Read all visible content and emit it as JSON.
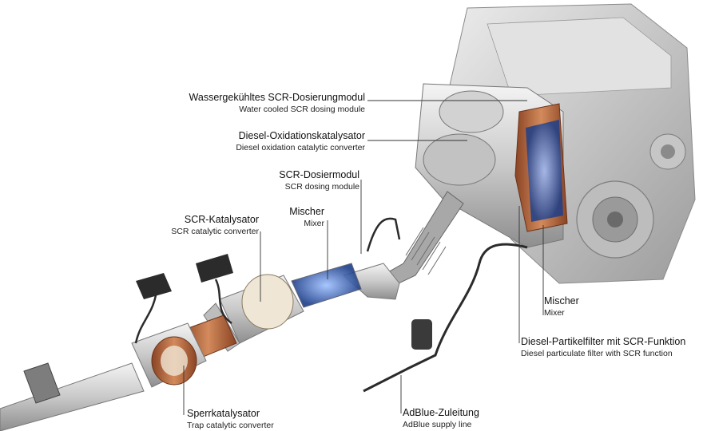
{
  "labels": {
    "water_cooled_dosing": {
      "de": "Wassergekühltes SCR-Dosierungmodul",
      "en": "Water cooled SCR dosing module"
    },
    "doc": {
      "de": "Diesel-Oxidationskatalysator",
      "en": "Diesel oxidation catalytic converter"
    },
    "scr_dosing": {
      "de": "SCR-Dosiermodul",
      "en": "SCR dosing module"
    },
    "mixer_left": {
      "de": "Mischer",
      "en": "Mixer"
    },
    "scr_cat": {
      "de": "SCR-Katalysator",
      "en": "SCR catalytic converter"
    },
    "mixer_right": {
      "de": "Mischer",
      "en": "Mixer"
    },
    "dpf": {
      "de": "Diesel-Partikelfilter mit SCR-Funktion",
      "en": "Diesel particulate filter with SCR function"
    },
    "trap_cat": {
      "de": "Sperrkatalysator",
      "en": "Trap catalytic converter"
    },
    "adblue": {
      "de": "AdBlue-Zuleitung",
      "en": "AdBlue supply line"
    }
  },
  "colors": {
    "engine": "#d9d9d9",
    "engine_dark": "#a9a9a9",
    "pipe": "#c8c8c8",
    "copper": "#b8643c",
    "substrate": "#efe6d6",
    "blue_mist": "#3f6fc4",
    "sensor": "#2b2b2b",
    "leader": "#333333"
  }
}
